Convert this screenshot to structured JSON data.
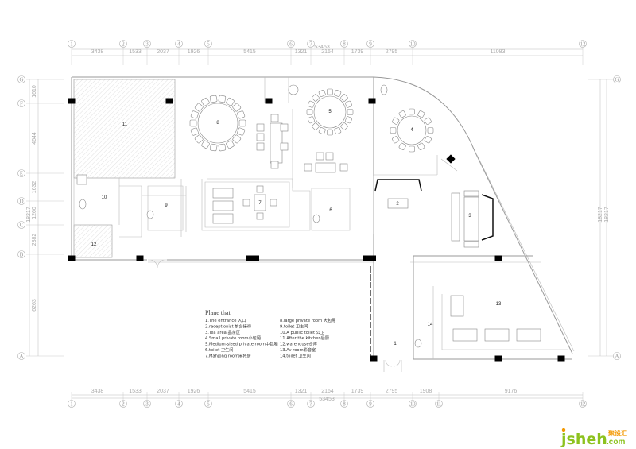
{
  "top_axes": [
    "1",
    "2",
    "3",
    "4",
    "5",
    "6",
    "7",
    "8",
    "9",
    "10",
    "12"
  ],
  "top_dims": [
    "3438",
    "1533",
    "2037",
    "1926",
    "5415",
    "1321",
    "2164",
    "1739",
    "2795",
    "11083"
  ],
  "top_total": "53453",
  "bottom_axes": [
    "1",
    "2",
    "3",
    "4",
    "5",
    "6",
    "7",
    "8",
    "9",
    "10",
    "11",
    "12"
  ],
  "bottom_dims": [
    "3438",
    "1533",
    "2037",
    "1926",
    "5415",
    "1321",
    "2164",
    "1739",
    "2795",
    "1908",
    "9176"
  ],
  "bottom_total": "53453",
  "left_axes": [
    "G",
    "F",
    "E",
    "D",
    "C",
    "B",
    "A"
  ],
  "left_dims": [
    "1610",
    "4644",
    "1632",
    "1260",
    "2382",
    "6263"
  ],
  "left_total": "18217",
  "right_axes": [
    "G",
    "A"
  ],
  "right_dims": [
    "18217",
    "18217"
  ],
  "rooms": [
    "1",
    "2",
    "3",
    "4",
    "5",
    "6",
    "7",
    "8",
    "9",
    "10",
    "11",
    "12",
    "13",
    "14"
  ],
  "legend": {
    "title": "Plane that",
    "col1": [
      "1.The entrance 入口",
      "2.receptionist 前台接待",
      "3.Tea area 品茶区",
      "4.Small private room小包厢",
      "5.Medium-sized private room中包厢",
      "6.toilet 卫生间",
      "7.Mahjong room麻将房"
    ],
    "col2": [
      "8.large private room 大包厢",
      "9.toilet 卫生间",
      "10.A public toilet 公卫",
      "11.After the kitchen后厨",
      "12.warehouse仓库",
      "13.Av room影音室",
      "14.toilet 卫生间"
    ]
  },
  "logo": {
    "text": "jsheh",
    "suffix": ".com",
    "cn": "聚设汇",
    "color": "#8dc21f",
    "accent": "#f39800"
  }
}
